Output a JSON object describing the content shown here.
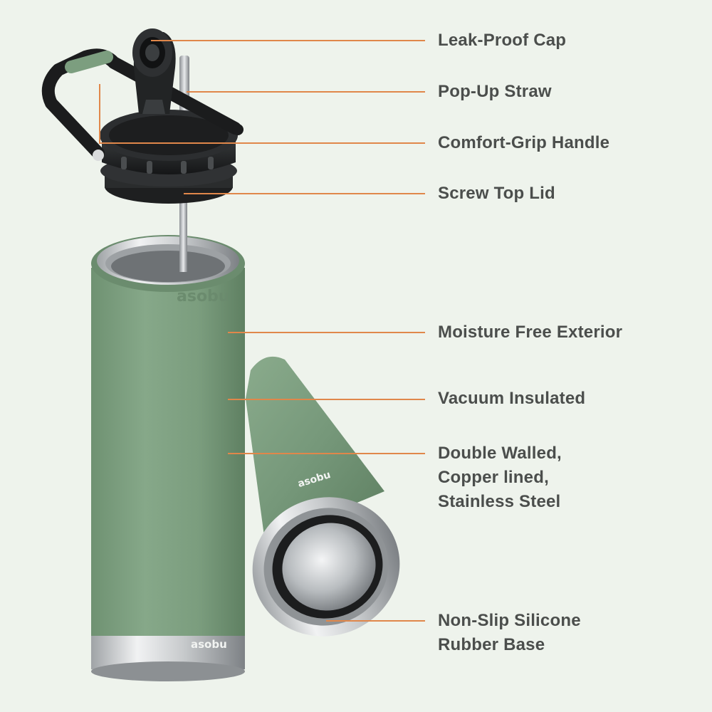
{
  "accent_color": "#e0874a",
  "bottle_color": "#7c9e7f",
  "brand": {
    "upright": "asobu",
    "lying": "asobu",
    "rim": "asobu"
  },
  "callouts": [
    {
      "id": "leak-proof-cap",
      "lines": [
        "Leak-Proof Cap"
      ]
    },
    {
      "id": "pop-up-straw",
      "lines": [
        "Pop-Up Straw"
      ]
    },
    {
      "id": "comfort-grip-handle",
      "lines": [
        "Comfort-Grip Handle"
      ]
    },
    {
      "id": "screw-top-lid",
      "lines": [
        "Screw Top Lid"
      ]
    },
    {
      "id": "moisture-free-exterior",
      "lines": [
        "Moisture Free Exterior"
      ]
    },
    {
      "id": "vacuum-insulated",
      "lines": [
        "Vacuum Insulated"
      ]
    },
    {
      "id": "double-walled",
      "lines": [
        "Double Walled,",
        "Copper lined,",
        "Stainless Steel"
      ]
    },
    {
      "id": "non-slip-base",
      "lines": [
        "Non-Slip Silicone",
        "Rubber Base"
      ]
    }
  ]
}
